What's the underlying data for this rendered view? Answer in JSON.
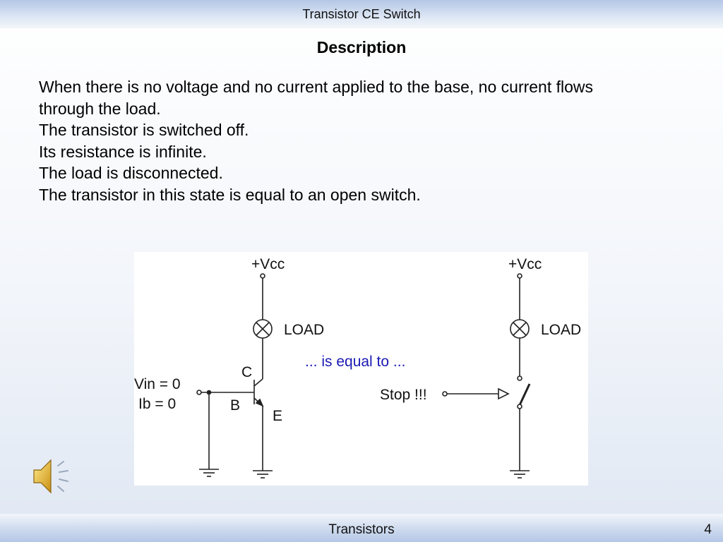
{
  "header": {
    "title": "Transistor CE Switch"
  },
  "section": {
    "title": "Description"
  },
  "description": {
    "lines": [
      "When there is no voltage and no current applied to the base, no current flows",
      "through the load.",
      "The transistor is switched off.",
      "Its resistance is infinite.",
      "The load is disconnected.",
      "The transistor in this state is equal to an open switch."
    ]
  },
  "diagram": {
    "left": {
      "supply": "+Vcc",
      "load": "LOAD",
      "vin": "Vin = 0",
      "ib": "Ib = 0",
      "collector": "C",
      "base": "B",
      "emitter": "E"
    },
    "right": {
      "supply": "+Vcc",
      "load": "LOAD",
      "switch_label": "Stop !!!"
    },
    "equivalence": "... is equal to ...",
    "equivalence_color": "#1a1ab4"
  },
  "footer": {
    "title": "Transistors",
    "page": "4"
  },
  "icons": {
    "audio": "speaker-icon"
  }
}
